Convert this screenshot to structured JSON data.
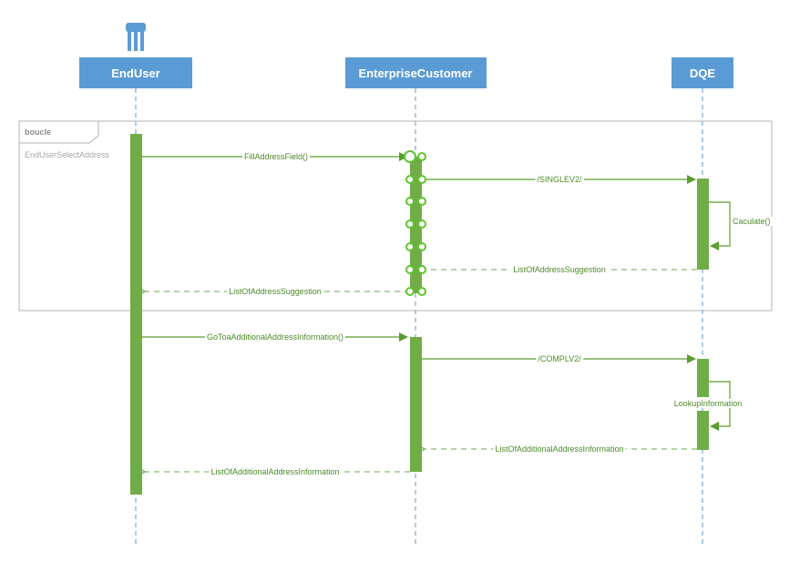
{
  "actors": [
    {
      "id": "enduser",
      "label": "EndUser"
    },
    {
      "id": "enterprise",
      "label": "EnterpriseCustomer"
    },
    {
      "id": "dqe",
      "label": "DQE"
    }
  ],
  "frame": {
    "kind": "boucle",
    "guard": "EndUserSelectAddress"
  },
  "messages": [
    {
      "label": "FillAddressField()",
      "type": "sync"
    },
    {
      "label": "/SINGLEV2/",
      "type": "sync"
    },
    {
      "label": "Caculate()",
      "type": "self"
    },
    {
      "label": "ListOfAddressSuggestion",
      "type": "return"
    },
    {
      "label": "ListOfAddressSuggestion",
      "type": "return"
    },
    {
      "label": "GoToaAdditionalAddressInformation()",
      "type": "sync"
    },
    {
      "label": "/COMPLV2/",
      "type": "sync"
    },
    {
      "label": "LookupInformation",
      "type": "self"
    },
    {
      "label": "ListOfAdditionalAddressInformation",
      "type": "return"
    },
    {
      "label": "ListOfAdditionalAddressInformation",
      "type": "return"
    }
  ],
  "colors": {
    "lifeline": "#5b9bd5",
    "activation": "#70ad47",
    "message": "#5b9e2f",
    "ring": "#5ec42d",
    "frame": "#b3b3b3"
  }
}
